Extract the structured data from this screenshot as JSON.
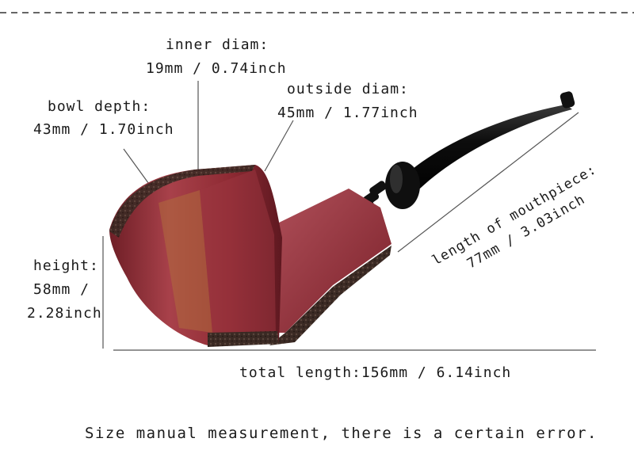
{
  "labels": {
    "inner_diam": {
      "title": "inner diam:",
      "value": "19mm / 0.74inch"
    },
    "outside_diam": {
      "title": "outside diam:",
      "value": "45mm / 1.77inch"
    },
    "bowl_depth": {
      "title": "bowl depth:",
      "value": "43mm / 1.70inch"
    },
    "height": {
      "title": "height:",
      "value_line1": "58mm /",
      "value_line2": "2.28inch"
    },
    "mouthpiece": {
      "title": "length of mouthpiece:",
      "value": "77mm / 3.03inch"
    },
    "total_length": "total length:156mm / 6.14inch"
  },
  "note": "Size manual measurement, there is a certain error.",
  "colors": {
    "wood": "#8e2a33",
    "wood_light": "#b85a60",
    "rusticated": "#3b2a24",
    "stem": "#0d0d0d",
    "line": "#555555",
    "dash": "#333333"
  }
}
